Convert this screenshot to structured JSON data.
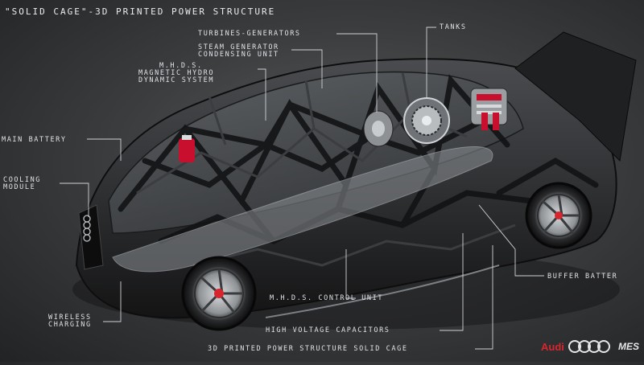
{
  "title": "\"SOLID CAGE\"-3D PRINTED POWER STRUCTURE",
  "labels": {
    "turbines": "TURBINES-GENERATORS",
    "tanks": "TANKS",
    "steam_1": "STEAM GENERATOR",
    "steam_2": "CONDENSING UNIT",
    "mhds_1": "M.H.D.S.",
    "mhds_2": "MAGNETIC HYDRO",
    "mhds_3": "DYNAMIC SYSTEM",
    "main_battery": "MAIN BATTERY",
    "cooling_1": "COOLING",
    "cooling_2": "MODULE",
    "buffer_battery": "BUFFER BATTER",
    "wireless_1": "WIRELESS",
    "wireless_2": "CHARGING",
    "control_unit": "M.H.D.S. CONTROL UNIT",
    "capacitors": "HIGH VOLTAGE CAPACITORS",
    "structure": "3D PRINTED POWER STRUCTURE  SOLID CAGE"
  },
  "branding": {
    "brand": "Audi",
    "partner": "MES",
    "brand_color": "#d8262e"
  },
  "colors": {
    "background": "#3c3e40",
    "label_text": "#dfe3e6",
    "leader_line": "#cfd3d6",
    "accent_red": "#c8102e"
  },
  "icons": {
    "logo": "four-rings-logo"
  }
}
